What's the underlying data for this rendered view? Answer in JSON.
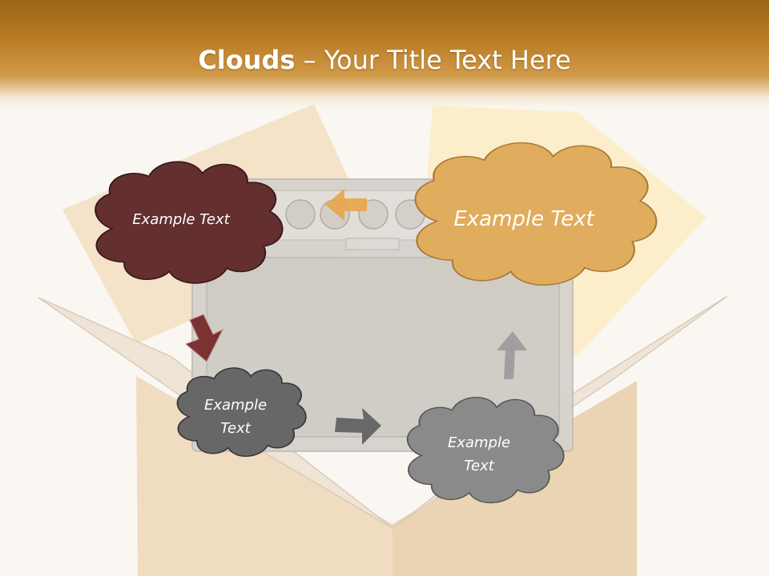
{
  "title": {
    "bold": "Clouds",
    "separator": " – ",
    "rest": "Your Title Text Here"
  },
  "clouds": [
    {
      "label": "Example Text",
      "color": "#632f2f"
    },
    {
      "label": "Example Text",
      "color": "#e0ac5e"
    },
    {
      "label": "Example\nText",
      "color": "#676767"
    },
    {
      "label": "Example\nText",
      "color": "#8a8a8a"
    }
  ],
  "arrows": [
    {
      "icon": "arrow-left-icon",
      "color": "#e8a54b"
    },
    {
      "icon": "arrow-down-left-icon",
      "color": "#7a3232"
    },
    {
      "icon": "arrow-right-icon",
      "color": "#6a6a6a"
    },
    {
      "icon": "arrow-up-icon",
      "color": "#9a9a9a"
    }
  ],
  "background": {
    "box_color": "#f0dcc0",
    "oven_color": "#d3d0cb",
    "header_color": "#b97a23"
  }
}
